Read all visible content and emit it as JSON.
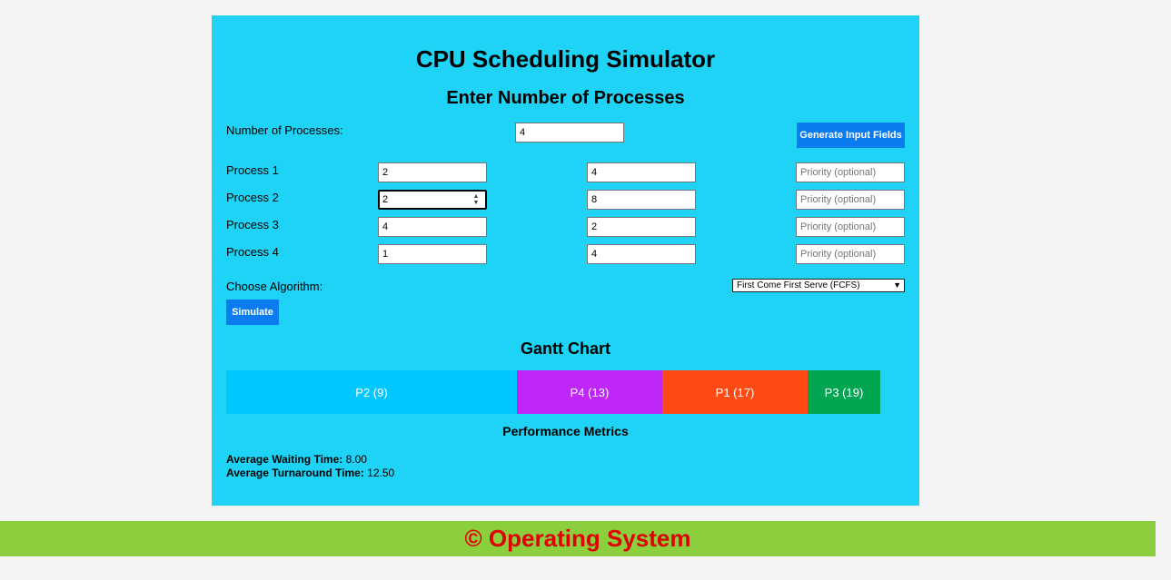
{
  "page": {
    "title": "CPU Scheduling Simulator",
    "subtitle": "Enter Number of Processes"
  },
  "num_processes": {
    "label": "Number of Processes:",
    "value": "4",
    "generate_label": "Generate Input Fields"
  },
  "processes": [
    {
      "label": "Process 1",
      "arrival": "2",
      "burst": "4",
      "priority_placeholder": "Priority (optional)"
    },
    {
      "label": "Process 2",
      "arrival": "2",
      "burst": "8",
      "priority_placeholder": "Priority (optional)"
    },
    {
      "label": "Process 3",
      "arrival": "4",
      "burst": "2",
      "priority_placeholder": "Priority (optional)"
    },
    {
      "label": "Process 4",
      "arrival": "1",
      "burst": "4",
      "priority_placeholder": "Priority (optional)"
    }
  ],
  "algorithm": {
    "label": "Choose Algorithm:",
    "selected": "First Come First Serve (FCFS)"
  },
  "simulate_label": "Simulate",
  "gantt": {
    "title": "Gantt Chart",
    "bars": [
      {
        "label": "P2 (9)",
        "color": "#00c8ff"
      },
      {
        "label": "P4 (13)",
        "color": "#c026f5"
      },
      {
        "label": "P1 (17)",
        "color": "#ff4a14"
      },
      {
        "label": "P3 (19)",
        "color": "#00a651"
      }
    ]
  },
  "metrics": {
    "title": "Performance Metrics",
    "avg_waiting_label": "Average Waiting Time:",
    "avg_waiting_value": "8.00",
    "avg_turnaround_label": "Average Turnaround Time:",
    "avg_turnaround_value": "12.50"
  },
  "footer": {
    "text": "© Operating System"
  }
}
